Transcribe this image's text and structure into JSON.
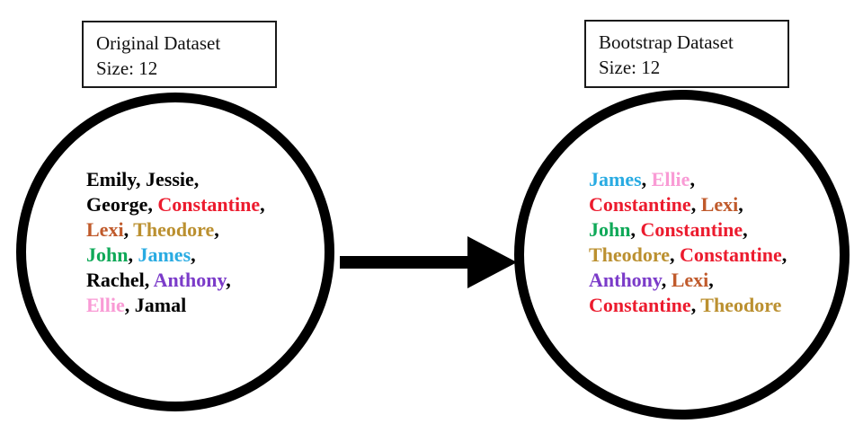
{
  "labels": {
    "original": {
      "title": "Original Dataset",
      "size": "Size: 12"
    },
    "bootstrap": {
      "title": "Bootstrap Dataset",
      "size": "Size: 12"
    }
  },
  "colors": {
    "black": "#000000",
    "red": "#EC1B2E",
    "brown": "#C05A2B",
    "gold": "#BB9030",
    "green": "#0FA958",
    "blue": "#29ABE2",
    "purple": "#7B3BC9",
    "pink": "#F99BD5"
  },
  "original_circle": {
    "lines": [
      {
        "names": [
          {
            "text": "Emily",
            "color": "black"
          },
          {
            "text": "Jessie",
            "color": "black"
          }
        ],
        "end": ","
      },
      {
        "names": [
          {
            "text": "George",
            "color": "black"
          },
          {
            "text": "Constantine",
            "color": "red"
          }
        ],
        "end": ","
      },
      {
        "names": [
          {
            "text": "Lexi",
            "color": "brown"
          },
          {
            "text": "Theodore",
            "color": "gold"
          }
        ],
        "end": ","
      },
      {
        "names": [
          {
            "text": "John",
            "color": "green"
          },
          {
            "text": "James",
            "color": "blue"
          }
        ],
        "end": ","
      },
      {
        "names": [
          {
            "text": "Rachel",
            "color": "black"
          },
          {
            "text": "Anthony",
            "color": "purple"
          }
        ],
        "end": ","
      },
      {
        "names": [
          {
            "text": "Ellie",
            "color": "pink"
          },
          {
            "text": "Jamal",
            "color": "black"
          }
        ],
        "end": ""
      }
    ]
  },
  "bootstrap_circle": {
    "lines": [
      {
        "names": [
          {
            "text": "James",
            "color": "blue"
          },
          {
            "text": "Ellie",
            "color": "pink"
          }
        ],
        "end": ","
      },
      {
        "names": [
          {
            "text": "Constantine",
            "color": "red"
          },
          {
            "text": "Lexi",
            "color": "brown"
          }
        ],
        "end": ","
      },
      {
        "names": [
          {
            "text": "John",
            "color": "green"
          },
          {
            "text": "Constantine",
            "color": "red"
          }
        ],
        "end": ","
      },
      {
        "names": [
          {
            "text": "Theodore",
            "color": "gold"
          },
          {
            "text": "Constantine",
            "color": "red"
          }
        ],
        "end": ","
      },
      {
        "names": [
          {
            "text": "Anthony",
            "color": "purple"
          },
          {
            "text": "Lexi",
            "color": "brown"
          }
        ],
        "end": ","
      },
      {
        "names": [
          {
            "text": "Constantine",
            "color": "red"
          },
          {
            "text": "Theodore",
            "color": "gold"
          }
        ],
        "end": ""
      }
    ]
  }
}
